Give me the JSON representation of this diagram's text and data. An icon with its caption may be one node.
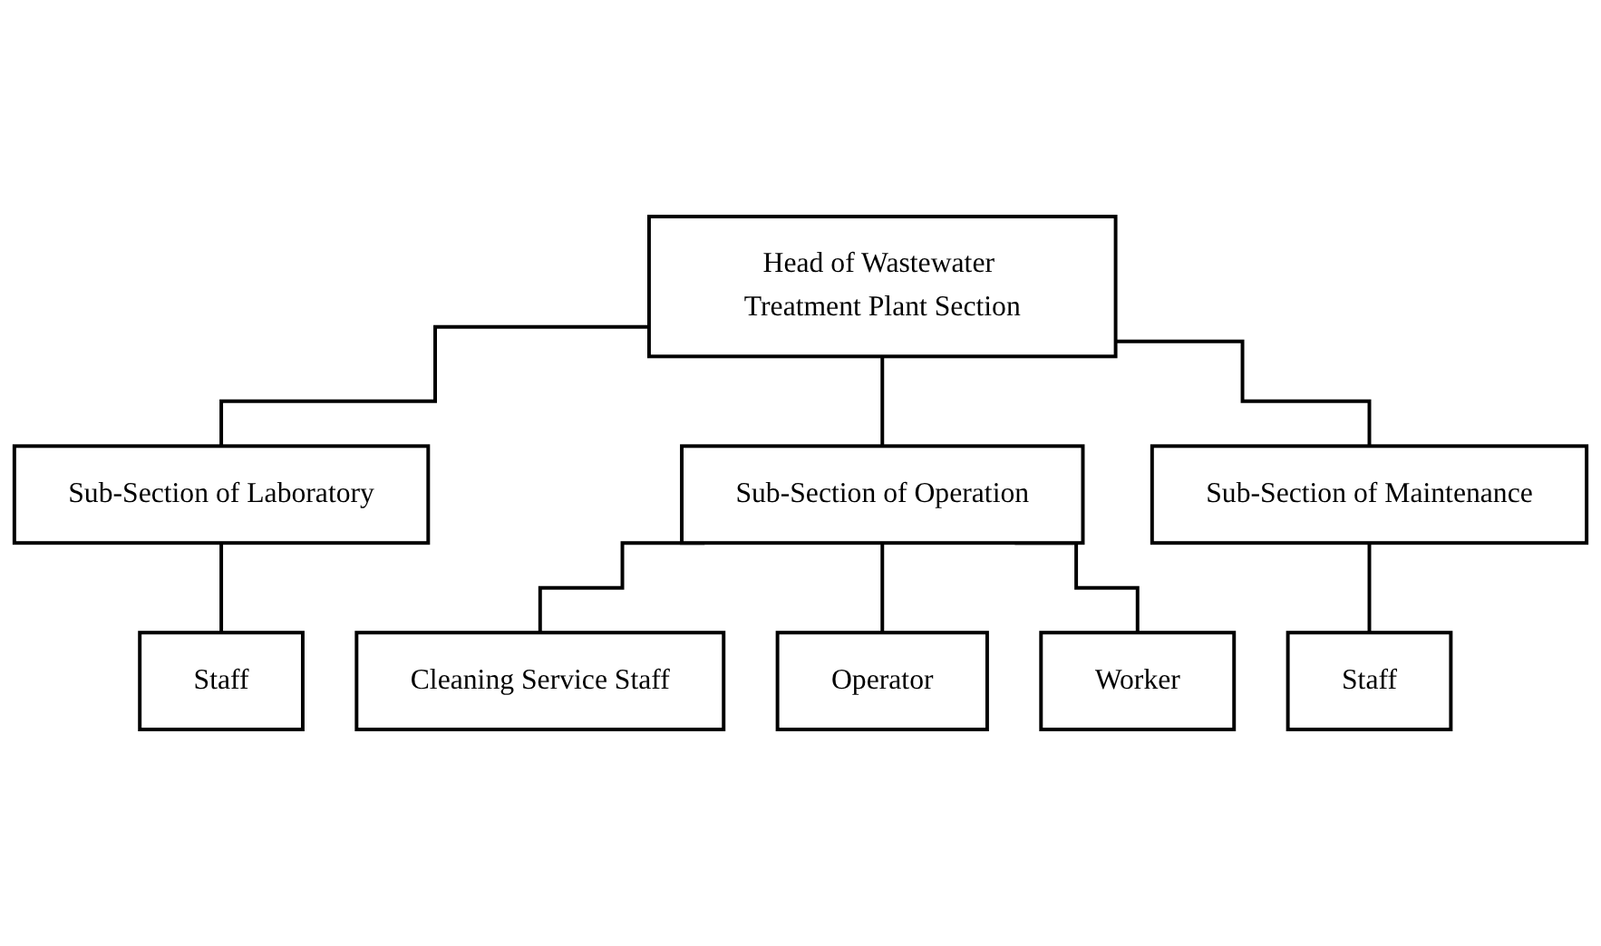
{
  "diagram": {
    "nodes": [
      {
        "text": [
          "Head of Wastewater Treatment Plant Section"
        ]
      },
      {
        "text": [
          "Sub-Section of Laboratory"
        ]
      },
      {
        "text": [
          "Sub-Section of Operation"
        ]
      },
      {
        "text": [
          "Sub-Section of Maintenance"
        ]
      },
      {
        "text": [
          "Staff"
        ]
      },
      {
        "text": [
          "Cleaning Service Staff"
        ]
      },
      {
        "text": [
          "Staff"
        ]
      },
      {
        "text": [
          "Operator"
        ]
      },
      {
        "text": [
          "Worker"
        ]
      }
    ],
    "edges": [
      {
        "from": 0,
        "to": 1,
        "arrow": "none"
      },
      {
        "from": 0,
        "to": 2,
        "arrow": "none"
      },
      {
        "from": 0,
        "to": 3,
        "arrow": "none"
      },
      {
        "from": 1,
        "to": 4,
        "arrow": "none"
      },
      {
        "from": 2,
        "to": 5,
        "arrow": "none"
      },
      {
        "from": 3,
        "to": 6,
        "arrow": "none"
      },
      {
        "from": 2,
        "to": 7,
        "arrow": "none"
      },
      {
        "from": 2,
        "to": 8,
        "arrow": "none"
      }
    ]
  }
}
